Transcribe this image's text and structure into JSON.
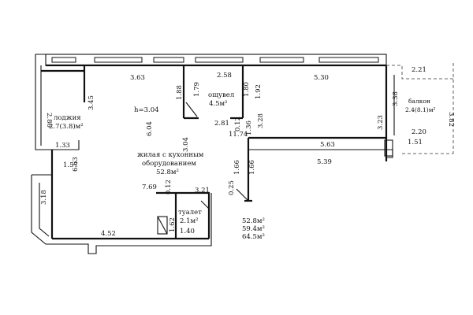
{
  "rooms": {
    "living": {
      "name_line1": "жилая с кухонным",
      "name_line2": "оборудованием",
      "area": "52.8м²"
    },
    "loggia": {
      "name": "лоджия",
      "area": "2.7(3.8)м²"
    },
    "balcony": {
      "name": "балкон",
      "area": "2.4(8.1)м²"
    },
    "closet": {
      "name": "ощувел",
      "area": "4.5м²"
    },
    "toilet": {
      "name": "туалет",
      "area": "2.1м²"
    }
  },
  "ceiling_height": "h=3.04",
  "totals": [
    "52.8м²",
    "59.4м²",
    "64.5м²"
  ],
  "dimensions": {
    "top_left": "3.63",
    "top_mid": "2.58",
    "top_right": "5.30",
    "balcony_top": "2.21",
    "loggia_len": "2.86",
    "loggia_wall": "3.45",
    "loggia_bottom": "1.33",
    "left_step": "1.57",
    "left_height": "6.63",
    "left_lower": "3.18",
    "bottom_left": "4.52",
    "center_depth": "6.04",
    "center_span": "11.74",
    "center_mid": "3.04",
    "center_width": "7.69",
    "closet_left": "1.88",
    "closet_left2": "1.79",
    "closet_right": "1.80",
    "closet_right2": "1.92",
    "closet_width": "2.81",
    "closet_stub": "0.12",
    "closet_low": "1.36",
    "closet_depth": "3.28",
    "right_inner": "3.23",
    "right_step": "5.63",
    "right_bottom": "5.39",
    "right_drop": "1.66",
    "right_drop2": "1.66",
    "door_gap": "0.25",
    "toilet_stub": "0.12",
    "toilet_top": "3.21",
    "toilet_side": "1.62",
    "toilet_width": "1.40",
    "balcony_wall": "3.38",
    "balcony_depth": "2.20",
    "balcony_bottom": "1.51",
    "balcony_outer": "3.82"
  }
}
